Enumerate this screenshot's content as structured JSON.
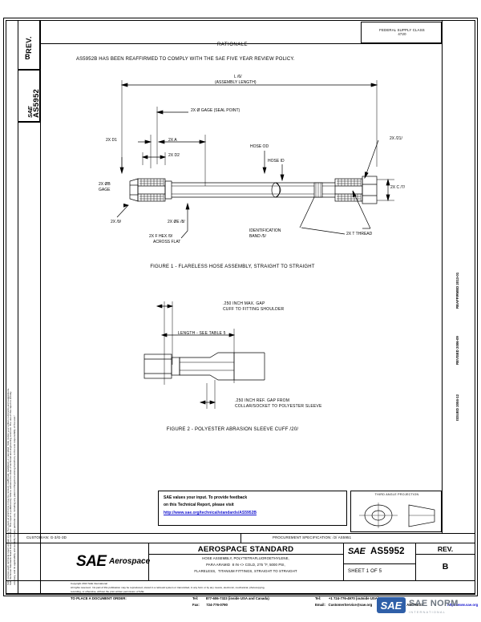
{
  "document": {
    "fsc_box": "FEDERAL SUPPLY CLASS\n4720",
    "rev_label": "REV.",
    "rev_letter": "B",
    "doc_number": "AS5952",
    "doc_prefix": "SAE",
    "rationale_heading": "RATIONALE",
    "rationale_text": "AS5952B HAS BEEN REAFFIRMED TO COMPLY WITH THE SAE FIVE YEAR REVIEW POLICY.",
    "left_margin_note_1": "SAE Technical Standards Board Rules provide that: “This report is published by SAE to advance the state of technical and engineering sciences. The use of this report is entirely",
    "left_margin_note_2": "voluntary, and its applicability and suitability for any particular use, including any patent infringement arising therefrom, is the sole responsibility of the user.”",
    "left_margin_note_3": "SAE reviews each technical report at least every five years at which time it may be revised, reaffirmed, stabilized, or cancelled. SAE invites your written comments and suggestions."
  },
  "revision_history": [
    "ISSUED 2004-12",
    "REVISED 2006-09",
    "REAFFIRMED 2013-01"
  ],
  "figure1": {
    "caption": "FIGURE 1 - FLARELESS HOSE ASSEMBLY, STRAIGHT TO STRAIGHT",
    "callouts": {
      "assembly_length_1": "L /6/",
      "assembly_length_2": "(ASSEMBLY LENGTH)",
      "gage_seal": "2X Ø GAGE (SEAL POINT)",
      "d1": "2X D1",
      "a": "2X A",
      "d2": "2X D2",
      "hose_od": "HOSE OD",
      "hose_id": "HOSE ID",
      "b_gage_1": "2X ØB",
      "b_gage_2": "GAGE",
      "note9": "2X /9/",
      "e": "2X ØE /8/",
      "f_hex_1": "2X F HEX /9/",
      "f_hex_2": "ACROSS FLAT",
      "id_band_1": "IDENTIFICATION",
      "id_band_2": "BAND /5/",
      "note21": "2X /21/",
      "c": "2X C /7/",
      "t_thread": "2X T THREAD"
    }
  },
  "figure2": {
    "caption": "FIGURE 2 - POLYESTER ABRASION SLEEVE CUFF /20/",
    "callouts": {
      "gap_top_1": ".250 INCH MAX. GAP",
      "gap_top_2": "CUFF TO FITTING SHOULDER",
      "length": "LENGTH - SEE TABLE 5",
      "gap_bottom_1": ".250 INCH REF. GAP FROM",
      "gap_bottom_2": "COLLAR/SOCKET TO POLYESTER SLEEVE"
    }
  },
  "feedback": {
    "line1": "SAE values your input. To provide feedback",
    "line2": "on this Technical Report, please visit",
    "link": "http://www.sae.org/technical/standards/AS5952B"
  },
  "projection": {
    "label": "THIRD ANGLE PROJECTION"
  },
  "title_block": {
    "custodian": "CUSTODIAN: G-3/G-3D",
    "procurement": "PROCUREMENT SPECIFICATION: /2/ AS5951",
    "brand_sae": "SAE",
    "brand_aerospace": "Aerospace",
    "standard_title": "AEROSPACE STANDARD",
    "description_line1": "HOSE ASSEMBLY, POLYTETRAFLUOROETHYLENE,",
    "description_line2": "PARA ARAMID  8 IN <> COLD, 275 °F, 5000 PSI,",
    "description_line3": "FLARELESS,  TITANIUM FITTINGS, STRAIGHT TO STRAIGHT",
    "doc_prefix": "SAE",
    "doc_number": "AS5952",
    "sheet": "SHEET 1 OF 5",
    "rev_label": "REV.",
    "rev_letter": "B"
  },
  "footer": {
    "copyright": "Copyright 2013 SAE International",
    "rights_line1": "All rights reserved.  No part of this publication may be reproduced, stored in a retrieval system or transmitted, in any form or by any means, electronic, mechanical, photocopying,",
    "rights_line2": "recording, or otherwise, without the prior written permission of SAE.",
    "order_label": "TO PLACE A DOCUMENT ORDER:",
    "tel_usa": "Tel:        877-606-7323 (inside USA and Canada)",
    "tel_intl": "Tel:        +1 724-776-4970 (outside USA)",
    "fax": "Fax:       724-776-0790",
    "email": "Email:   CustomerService@sae.org",
    "web_label": "SAE WEB ADDRESS:",
    "web_url": "http://www.sae.org"
  },
  "watermark": {
    "mark": "SAE NORM",
    "sub": "INTERNATIONAL"
  },
  "colors": {
    "ink": "#000000",
    "link": "#1414cf",
    "watermark_blue": "#2f5fa8",
    "watermark_grey": "#9aa3ad"
  }
}
